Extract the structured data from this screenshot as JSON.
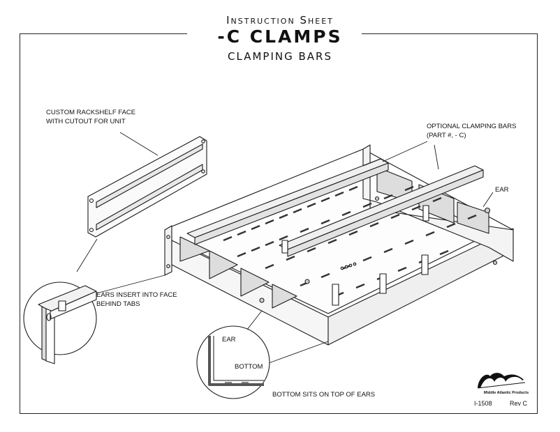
{
  "header": {
    "line1": "Instruction Sheet",
    "line2": "-C CLAMPS",
    "line3": "CLAMPING BARS"
  },
  "callouts": {
    "rackshelf_face": "CUSTOM RACKSHELF FACE\nWITH CUTOUT FOR UNIT",
    "clamping_bars": "OPTIONAL CLAMPING BARS\n(PART #, - C)",
    "ear": "EAR",
    "ears_insert": "EARS INSERT INTO FACE\nBEHIND TABS",
    "detail_ear": "EAR",
    "detail_bottom": "BOTTOM",
    "bottom_sits": "BOTTOM SITS ON TOP OF EARS"
  },
  "footer": {
    "brand": "Middle Atlantic Products",
    "doc_number": "I-1508",
    "revision": "Rev C"
  }
}
